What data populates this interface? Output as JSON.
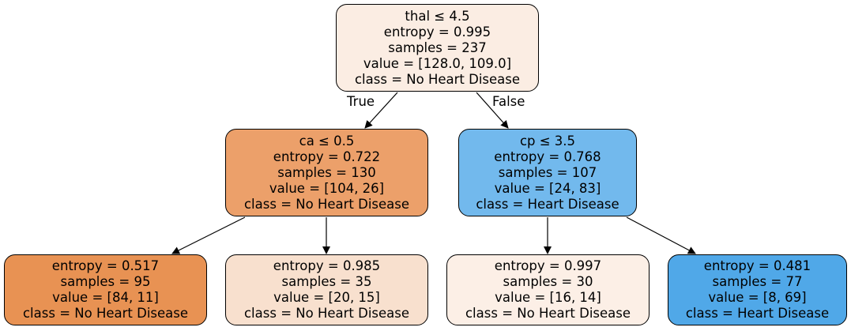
{
  "tree": {
    "root": {
      "split": "thal ≤ 4.5",
      "entropy": "entropy = 0.995",
      "samples": "samples = 237",
      "value": "value = [128.0, 109.0]",
      "class": "class = No Heart Disease",
      "fill": "#fbede3"
    },
    "left": {
      "split": "ca ≤ 0.5",
      "entropy": "entropy = 0.722",
      "samples": "samples = 130",
      "value": "value = [104, 26]",
      "class": "class = No Heart Disease",
      "fill": "#eca06a"
    },
    "right": {
      "split": "cp ≤ 3.5",
      "entropy": "entropy = 0.768",
      "samples": "samples = 107",
      "value": "value = [24, 83]",
      "class": "class = Heart Disease",
      "fill": "#72b9ed"
    },
    "left_left": {
      "entropy": "entropy = 0.517",
      "samples": "samples = 95",
      "value": "value = [84, 11]",
      "class": "class = No Heart Disease",
      "fill": "#e89253"
    },
    "left_right": {
      "entropy": "entropy = 0.985",
      "samples": "samples = 35",
      "value": "value = [20, 15]",
      "class": "class = No Heart Disease",
      "fill": "#f8e0ce"
    },
    "right_left": {
      "entropy": "entropy = 0.997",
      "samples": "samples = 30",
      "value": "value = [16, 14]",
      "class": "class = No Heart Disease",
      "fill": "#fcefe6"
    },
    "right_right": {
      "entropy": "entropy = 0.481",
      "samples": "samples = 77",
      "value": "value = [8, 69]",
      "class": "class = Heart Disease",
      "fill": "#50a8e8"
    }
  },
  "edge_labels": {
    "true": "True",
    "false": "False"
  },
  "colors": {
    "edge": "#000000",
    "border": "#000000",
    "text": "#000000",
    "background": "#ffffff"
  }
}
